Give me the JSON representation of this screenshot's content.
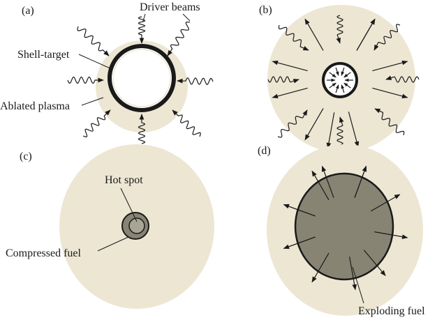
{
  "panels": {
    "a": {
      "tag": "(a)",
      "labels": {
        "driver_beams": "Driver beams",
        "shell_target": "Shell-target",
        "ablated_plasma": "Ablated plasma"
      }
    },
    "b": {
      "tag": "(b)"
    },
    "c": {
      "tag": "(c)",
      "labels": {
        "hot_spot": "Hot spot",
        "compressed_fuel": "Compressed fuel"
      }
    },
    "d": {
      "tag": "(d)",
      "labels": {
        "exploding_fuel": "Exploding fuel"
      }
    }
  },
  "colors": {
    "plasma": "#ece6d3",
    "core": "#888474",
    "hot_spot": "#a8a596",
    "outline": "#1a1a1a",
    "shell_fill": "#ffffff"
  }
}
